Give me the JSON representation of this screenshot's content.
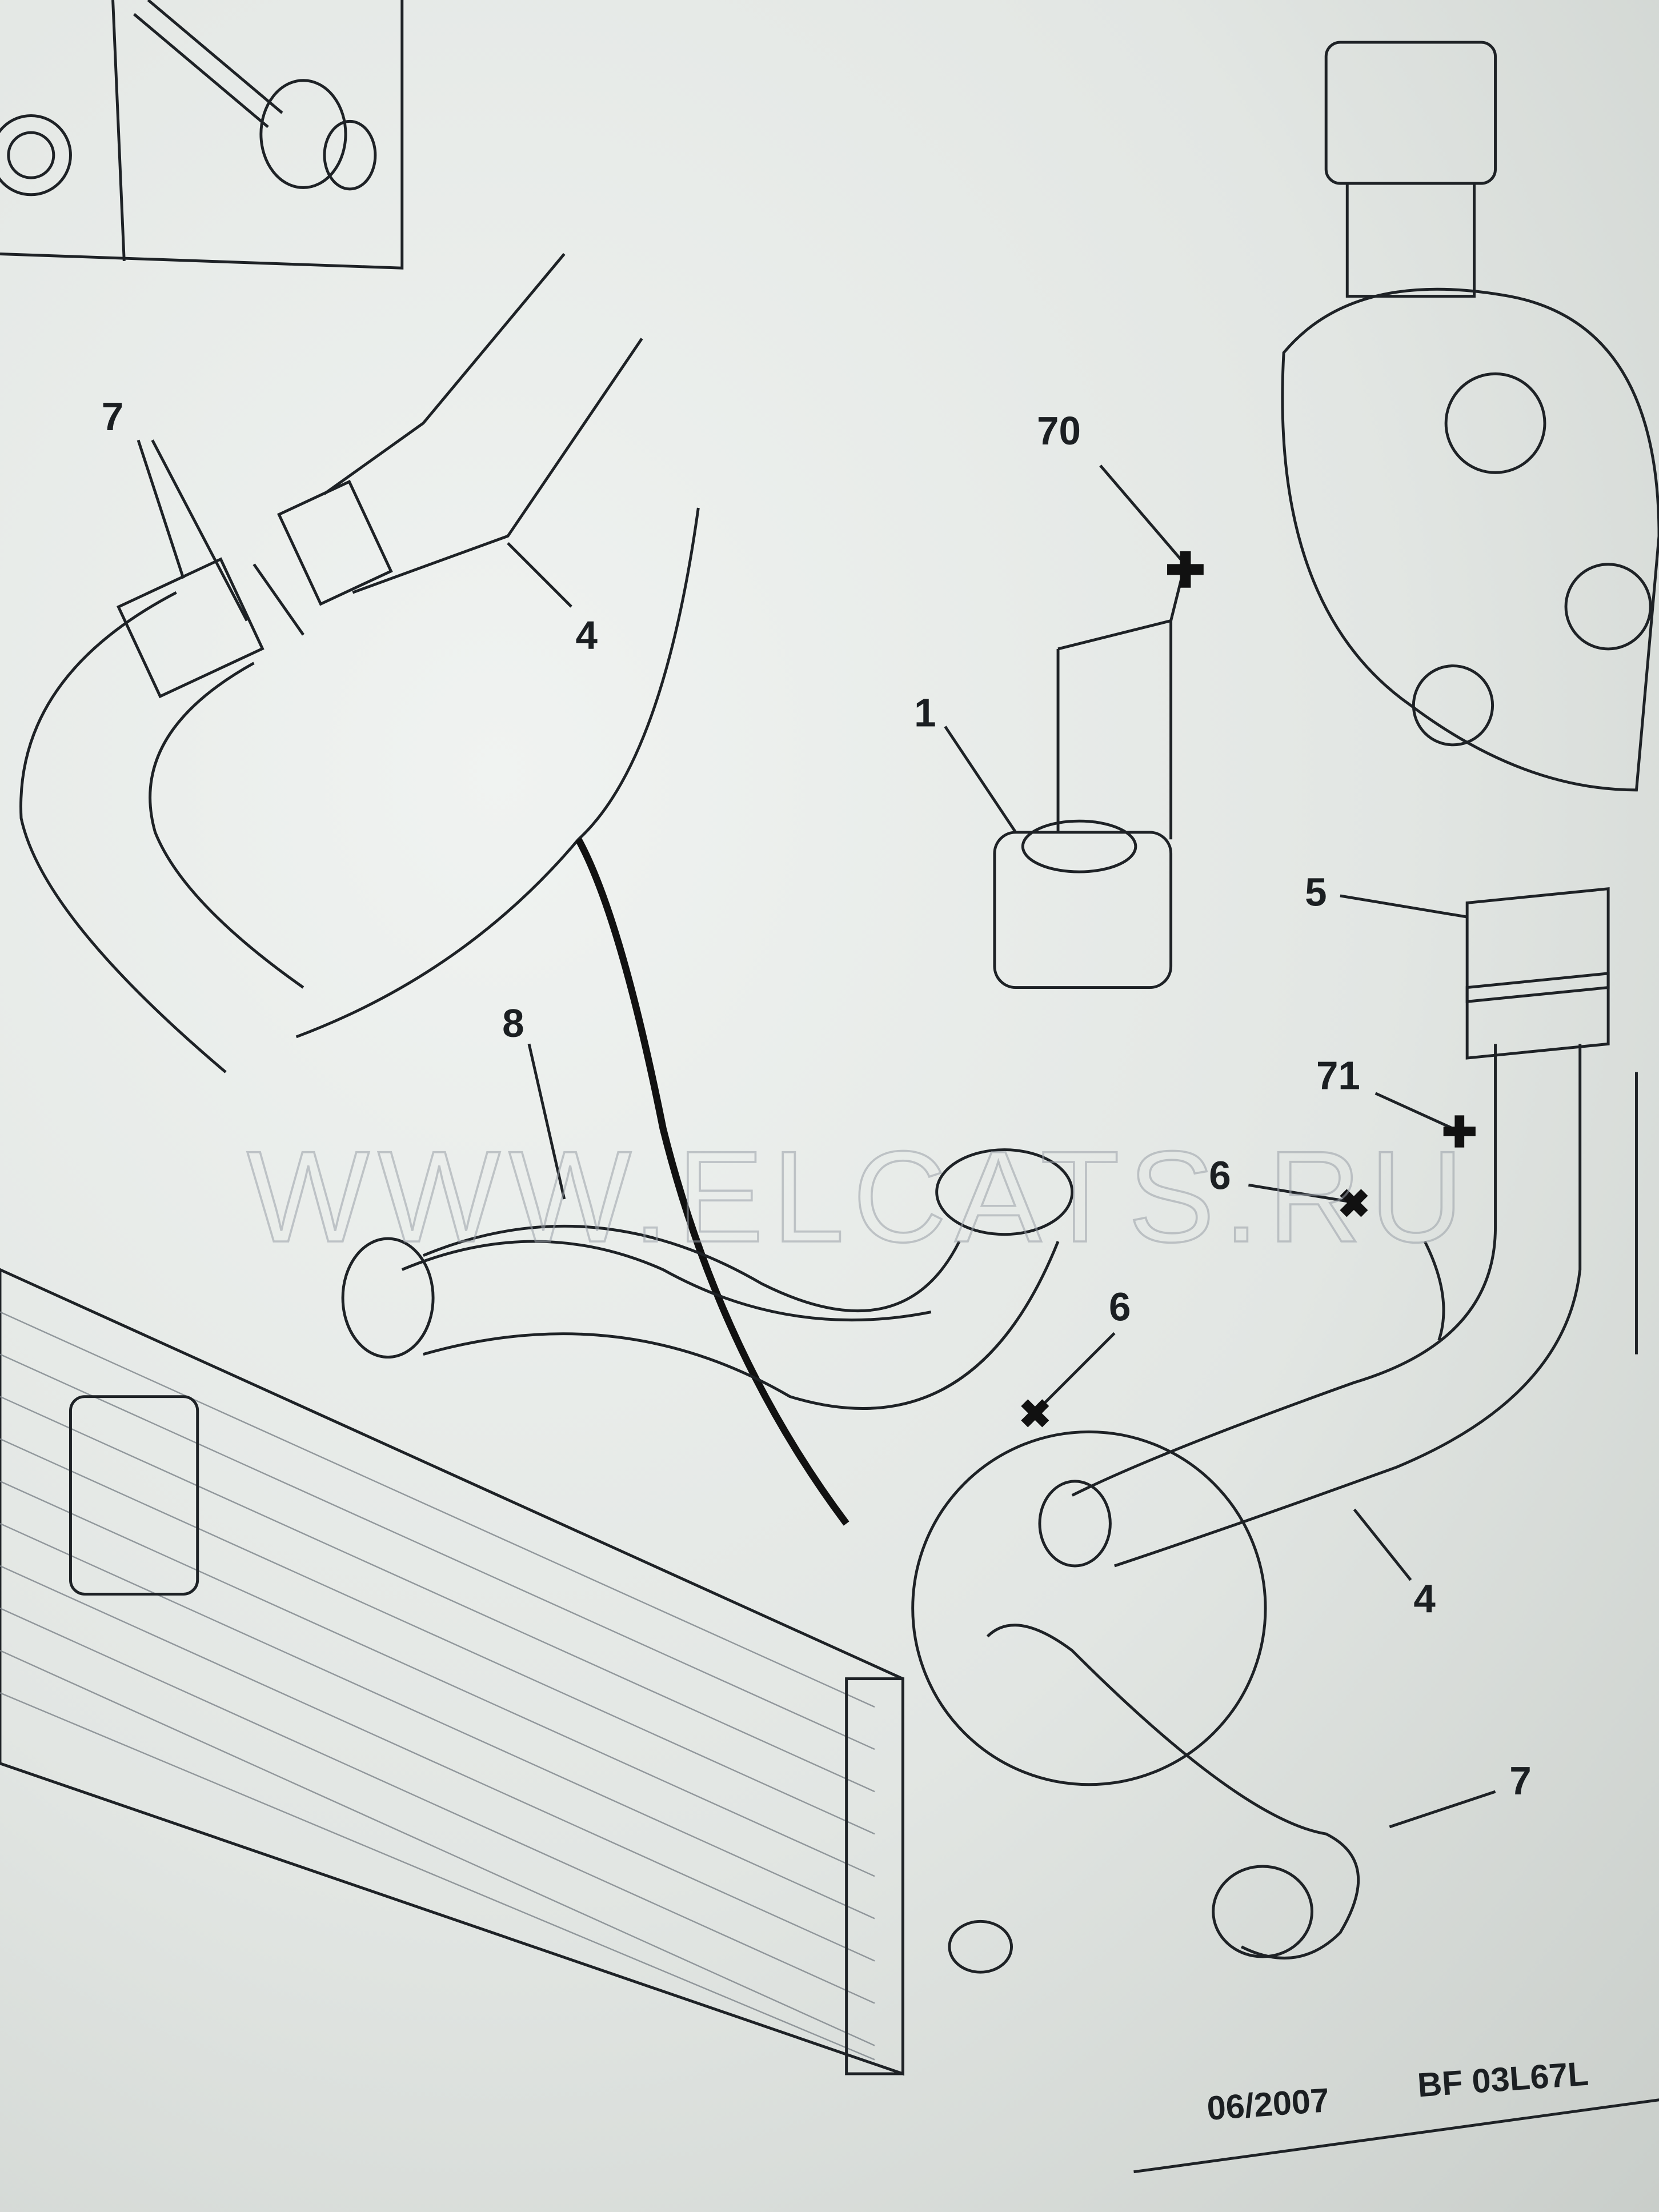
{
  "diagram": {
    "callouts": [
      {
        "id": "callout-7-top",
        "label": "7"
      },
      {
        "id": "callout-4-top",
        "label": "4"
      },
      {
        "id": "callout-70",
        "label": "70"
      },
      {
        "id": "callout-1",
        "label": "1"
      },
      {
        "id": "callout-5",
        "label": "5"
      },
      {
        "id": "callout-71",
        "label": "71"
      },
      {
        "id": "callout-8",
        "label": "8"
      },
      {
        "id": "callout-6-right",
        "label": "6"
      },
      {
        "id": "callout-6-center",
        "label": "6"
      },
      {
        "id": "callout-4-bottom",
        "label": "4"
      },
      {
        "id": "callout-7-bottom",
        "label": "7"
      }
    ],
    "watermark": "WWW.ELCATS.RU",
    "footer": {
      "date": "06/2007",
      "reference": "BF 03L67L"
    }
  }
}
